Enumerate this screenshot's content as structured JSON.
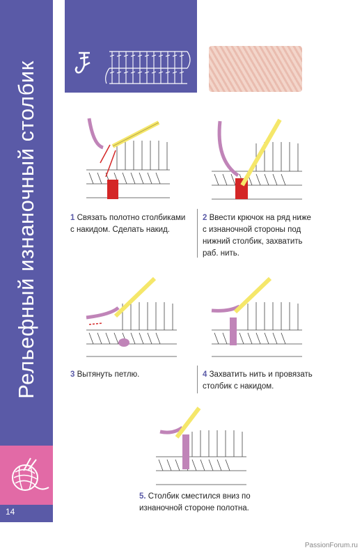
{
  "sidebar": {
    "title": "Рельефный изнаночный столбик",
    "page_number": "14"
  },
  "colors": {
    "accent": "#5a5aa7",
    "pink": "#e26aa6",
    "yarn": "#c084b8",
    "hook": "#f5e76a",
    "red": "#d42626"
  },
  "steps": [
    {
      "num": "1",
      "text_lines": [
        "Связать полотно столбиками",
        "с накидом. Сделать накид."
      ]
    },
    {
      "num": "2",
      "text_lines": [
        "Ввести крючок на ряд ниже",
        "с изнаночной стороны под",
        "нижний столбик, захватить",
        "раб. нить."
      ]
    },
    {
      "num": "3",
      "text_lines": [
        "Вытянуть петлю."
      ]
    },
    {
      "num": "4",
      "text_lines": [
        "Захватить нить и провязать",
        "столбик с накидом."
      ]
    },
    {
      "num": "5.",
      "text_lines": [
        "Столбик сместился вниз по",
        "изнаночной стороне полотна."
      ]
    }
  ],
  "watermark": "PassionForum.ru"
}
